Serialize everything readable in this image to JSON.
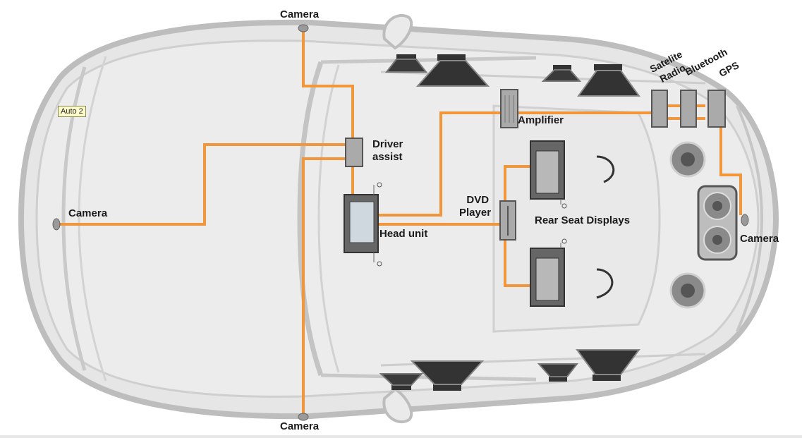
{
  "diagram": {
    "camera_top": "Camera",
    "camera_bottom": "Camera",
    "camera_front": "Camera",
    "camera_rear": "Camera",
    "driver_assist": [
      "Driver",
      "assist"
    ],
    "head_unit": "Head unit",
    "amplifier": "Amplifier",
    "dvd_player": [
      "DVD",
      "Player"
    ],
    "rear_seat_displays": "Rear Seat Displays",
    "satellite_radio": [
      "Satelite",
      "Radio"
    ],
    "bluetooth": "Bluetooth",
    "gps": "GPS",
    "auto_tag": "Auto 2"
  },
  "colors": {
    "wire": "#f0963c",
    "body": "#e4e4e4",
    "outline": "#c0c0c0",
    "device": "#555555"
  }
}
